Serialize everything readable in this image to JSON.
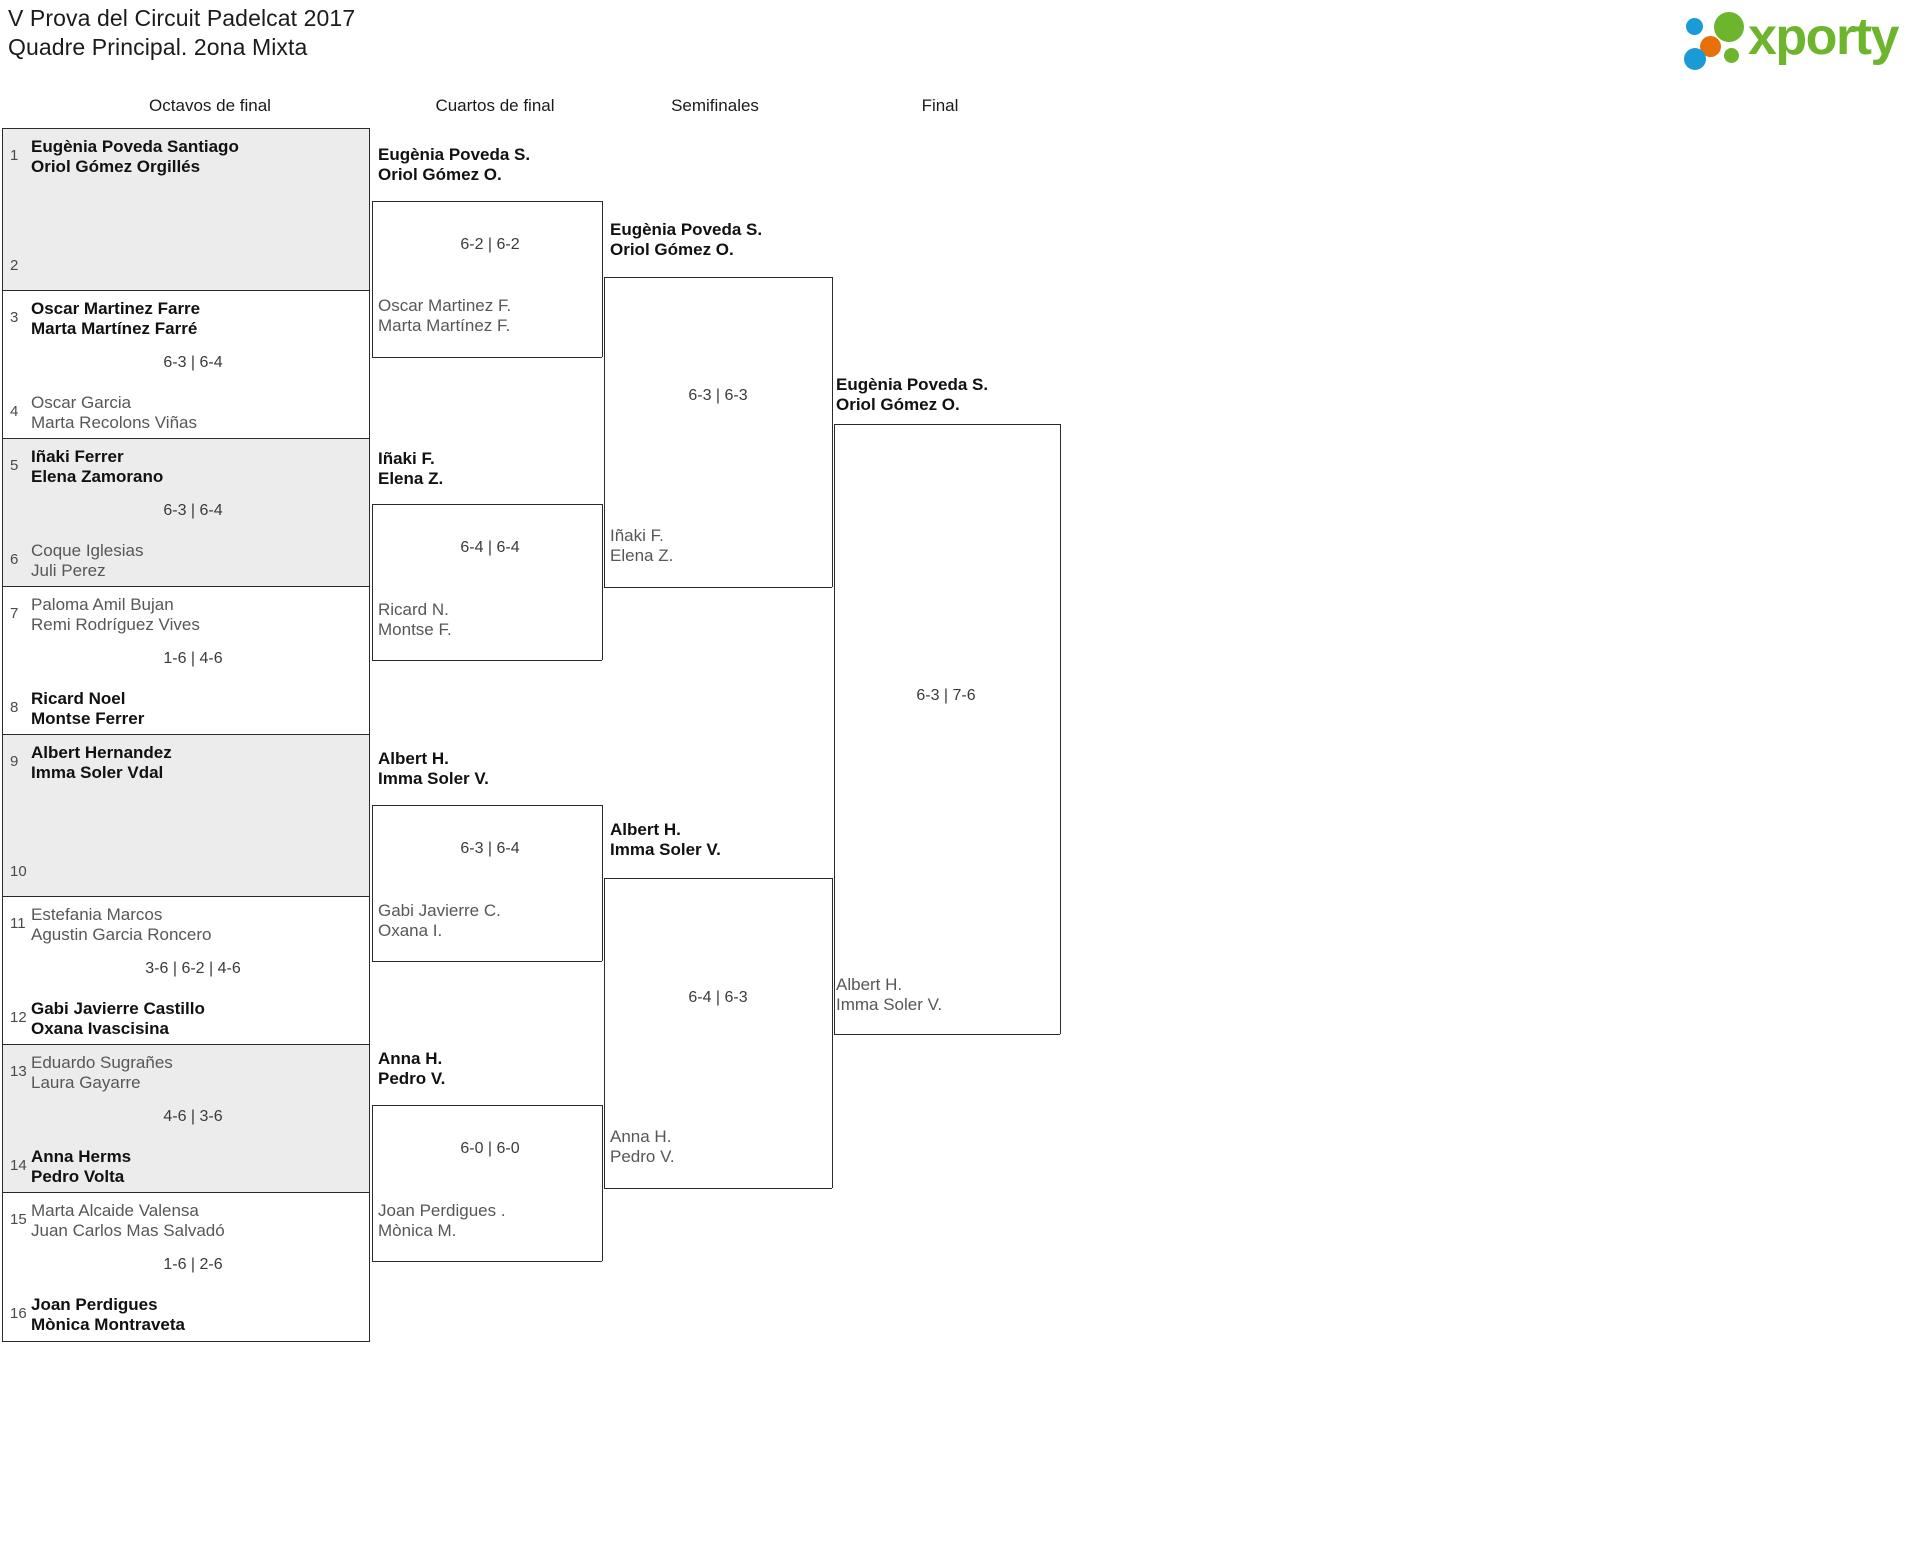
{
  "header": {
    "title_line1": "V Prova del Circuit Padelcat 2017",
    "title_line2": "Quadre Principal. 2ona Mixta",
    "logo_wordmark": "xporty"
  },
  "rounds": [
    {
      "id": "r16",
      "label": "Octavos de final"
    },
    {
      "id": "qf",
      "label": "Cuartos de final"
    },
    {
      "id": "sf",
      "label": "Semifinales"
    },
    {
      "id": "f",
      "label": "Final"
    }
  ],
  "round16": {
    "slots": [
      {
        "seed": "1",
        "p1": "Eugènia Poveda Santiago",
        "p2": "Oriol Gómez Orgillés",
        "status": "winner"
      },
      {
        "seed": "2",
        "p1": "",
        "p2": "",
        "status": "bye"
      },
      {
        "seed": "3",
        "p1": "Oscar Martinez Farre",
        "p2": "Marta Martínez Farré",
        "status": "winner"
      },
      {
        "seed": "4",
        "p1": "Oscar Garcia",
        "p2": "Marta Recolons Viñas",
        "status": "loser"
      },
      {
        "seed": "5",
        "p1": "Iñaki Ferrer",
        "p2": "Elena Zamorano",
        "status": "winner"
      },
      {
        "seed": "6",
        "p1": "Coque Iglesias",
        "p2": "Juli Perez",
        "status": "loser"
      },
      {
        "seed": "7",
        "p1": "Paloma Amil Bujan",
        "p2": "Remi Rodríguez Vives",
        "status": "loser"
      },
      {
        "seed": "8",
        "p1": "Ricard Noel",
        "p2": "Montse Ferrer",
        "status": "winner"
      },
      {
        "seed": "9",
        "p1": "Albert Hernandez",
        "p2": "Imma Soler Vdal",
        "status": "winner"
      },
      {
        "seed": "10",
        "p1": "",
        "p2": "",
        "status": "bye"
      },
      {
        "seed": "11",
        "p1": "Estefania Marcos",
        "p2": "Agustin Garcia Roncero",
        "status": "loser"
      },
      {
        "seed": "12",
        "p1": "Gabi Javierre Castillo",
        "p2": "Oxana Ivascisina",
        "status": "winner"
      },
      {
        "seed": "13",
        "p1": "Eduardo Sugrañes",
        "p2": "Laura Gayarre",
        "status": "loser"
      },
      {
        "seed": "14",
        "p1": "Anna Herms",
        "p2": "Pedro Volta",
        "status": "winner"
      },
      {
        "seed": "15",
        "p1": "Marta Alcaide Valensa",
        "p2": "Juan Carlos Mas Salvadó",
        "status": "loser"
      },
      {
        "seed": "16",
        "p1": "Joan Perdigues",
        "p2": "Mònica Montraveta",
        "status": "winner"
      }
    ],
    "scores": [
      "",
      "6-3 | 6-4",
      "6-3 | 6-4",
      "1-6 | 4-6",
      "",
      "3-6 | 6-2 | 4-6",
      "4-6 | 3-6",
      "1-6 | 2-6"
    ]
  },
  "quarterfinals": {
    "matches": [
      {
        "top": {
          "p1": "Eugènia Poveda S.",
          "p2": "Oriol Gómez O.",
          "status": "winner"
        },
        "bottom": {
          "p1": "Oscar Martinez F.",
          "p2": "Marta Martínez F.",
          "status": "loser"
        },
        "score": "6-2 | 6-2"
      },
      {
        "top": {
          "p1": "Iñaki F.",
          "p2": "Elena Z.",
          "status": "winner"
        },
        "bottom": {
          "p1": "Ricard N.",
          "p2": "Montse F.",
          "status": "loser"
        },
        "score": "6-4 | 6-4"
      },
      {
        "top": {
          "p1": "Albert H.",
          "p2": "Imma Soler V.",
          "status": "winner"
        },
        "bottom": {
          "p1": "Gabi Javierre C.",
          "p2": "Oxana I.",
          "status": "loser"
        },
        "score": "6-3 | 6-4"
      },
      {
        "top": {
          "p1": "Anna H.",
          "p2": "Pedro V.",
          "status": "winner"
        },
        "bottom": {
          "p1": "Joan Perdigues .",
          "p2": "Mònica M.",
          "status": "loser"
        },
        "score": "6-0 | 6-0"
      }
    ]
  },
  "semifinals": {
    "matches": [
      {
        "top": {
          "p1": "Eugènia Poveda S.",
          "p2": "Oriol Gómez O.",
          "status": "winner"
        },
        "bottom": {
          "p1": "Iñaki F.",
          "p2": "Elena Z.",
          "status": "loser"
        },
        "score": "6-3 | 6-3"
      },
      {
        "top": {
          "p1": "Albert H.",
          "p2": "Imma Soler V.",
          "status": "winner"
        },
        "bottom": {
          "p1": "Anna H.",
          "p2": "Pedro V.",
          "status": "loser"
        },
        "score": "6-4 | 6-3"
      }
    ]
  },
  "final": {
    "top": {
      "p1": "Eugènia Poveda S.",
      "p2": "Oriol Gómez O.",
      "status": "winner"
    },
    "bottom": {
      "p1": "Albert H.",
      "p2": "Imma Soler V.",
      "status": "loser"
    },
    "score": "6-3 | 7-6"
  },
  "colors": {
    "shade": "#ececec",
    "border": "#2b2b2b",
    "winner_text": "#111111",
    "loser_text": "#575757",
    "logo_green": "#6cb52d",
    "logo_blue": "#1a9ad7",
    "logo_orange": "#e8700a"
  }
}
